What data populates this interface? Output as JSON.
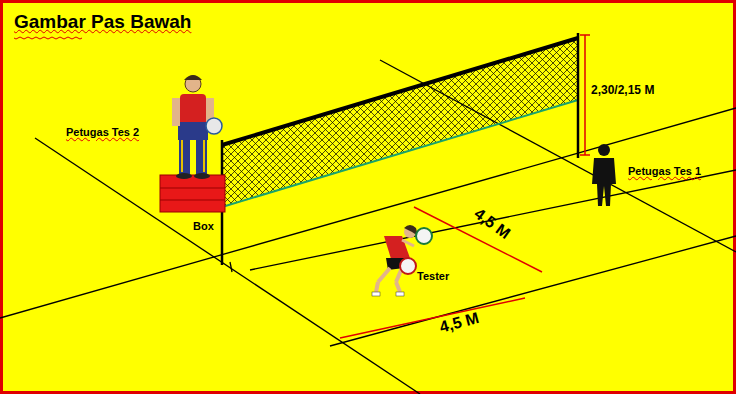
{
  "diagram": {
    "title": "Gambar Pas Bawah",
    "labels": [
      "Petugas Tes 2",
      "Box",
      "2,30/2,15 M",
      "Petugas Tes 1",
      "4,5 M",
      "Tester",
      "4,5 M"
    ]
  }
}
